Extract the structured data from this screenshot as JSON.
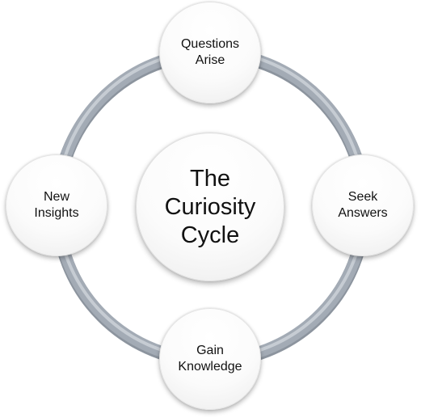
{
  "diagram": {
    "center": {
      "label": "The Curiosity Cycle"
    },
    "nodes": [
      {
        "label": "Questions Arise"
      },
      {
        "label": "Seek Answers"
      },
      {
        "label": "Gain Knowledge"
      },
      {
        "label": "New Insights"
      }
    ],
    "colors": {
      "ring": "#a3abb5",
      "ring_highlight": "#c6ccd3",
      "node_fill": "#fbfbfb",
      "text": "#111111"
    }
  }
}
